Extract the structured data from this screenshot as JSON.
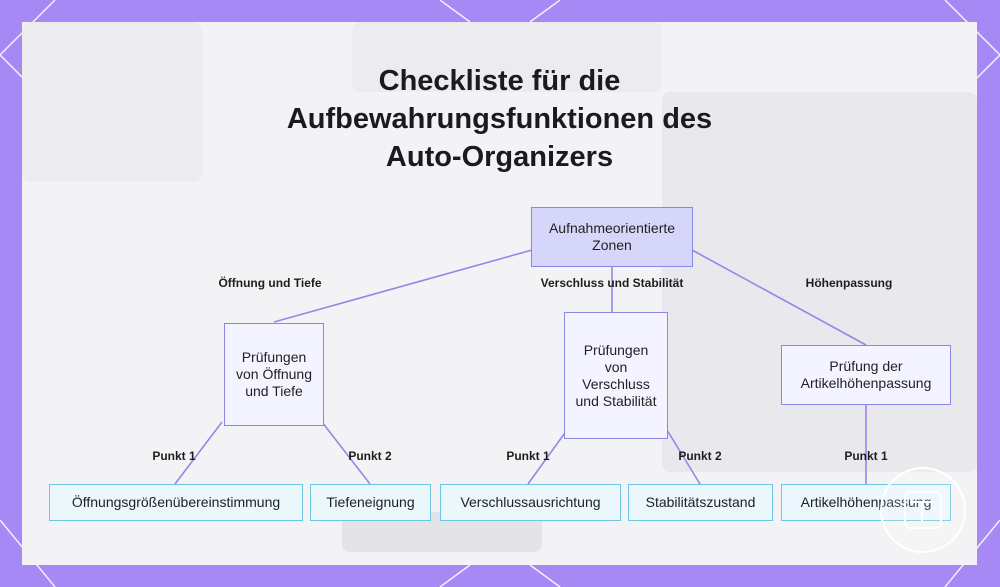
{
  "title_lines": [
    "Checkliste für die",
    "Aufbewahrungsfunktionen des",
    "Auto-Organizers"
  ],
  "root": {
    "label": "Aufnahmeorientierte Zonen"
  },
  "branches": [
    {
      "edge_label": "Öffnung und Tiefe",
      "node": "Prüfungen von Öffnung und Tiefe",
      "leaves": [
        {
          "edge_label": "Punkt 1",
          "label": "Öffnungsgrößenübereinstimmung"
        },
        {
          "edge_label": "Punkt 2",
          "label": "Tiefeneignung"
        }
      ]
    },
    {
      "edge_label": "Verschluss und Stabilität",
      "node": "Prüfungen von Verschluss und Stabilität",
      "leaves": [
        {
          "edge_label": "Punkt 1",
          "label": "Verschlussausrichtung"
        },
        {
          "edge_label": "Punkt 2",
          "label": "Stabilitätszustand"
        }
      ]
    },
    {
      "edge_label": "Höhenpassung",
      "node": "Prüfung der Artikelhöhenpassung",
      "leaves": [
        {
          "edge_label": "Punkt 1",
          "label": "Artikelhöhenpassung"
        }
      ]
    }
  ],
  "colors": {
    "frame": "#a689f5",
    "connector": "#9d83e8",
    "root_fill": "#d6d6fa",
    "node_border": "#8a88e6",
    "leaf_fill": "#ebf6fd",
    "leaf_border": "#6cc7e3"
  }
}
